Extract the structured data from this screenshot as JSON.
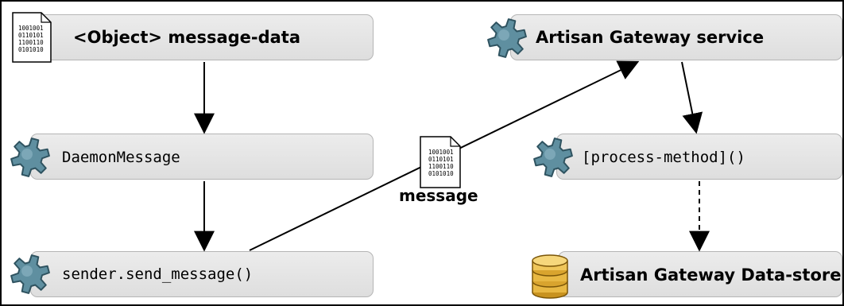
{
  "nodes": {
    "message_data": {
      "label": "<Object> message-data",
      "icon": "binary-document-icon"
    },
    "daemon_message": {
      "label": "DaemonMessage",
      "icon": "gear-icon"
    },
    "send_message": {
      "label": "sender.send_message()",
      "icon": "gear-icon"
    },
    "gateway_service": {
      "label": "Artisan Gateway service",
      "icon": "gear-icon"
    },
    "process_method": {
      "label": "[process-method]()",
      "icon": "gear-icon"
    },
    "data_store": {
      "label": "Artisan Gateway Data-store",
      "icon": "database-icon"
    }
  },
  "document_binary_lines": [
    "1001001",
    "0110101",
    "1100110",
    "0101010"
  ],
  "message_label": "message",
  "colors": {
    "gear": "#5f8fa0",
    "gear_dark": "#2f5360",
    "database": "#e8b843",
    "database_dark": "#a87a14",
    "box_fill": "#e6e6e6",
    "box_border": "#b5b5b5"
  }
}
